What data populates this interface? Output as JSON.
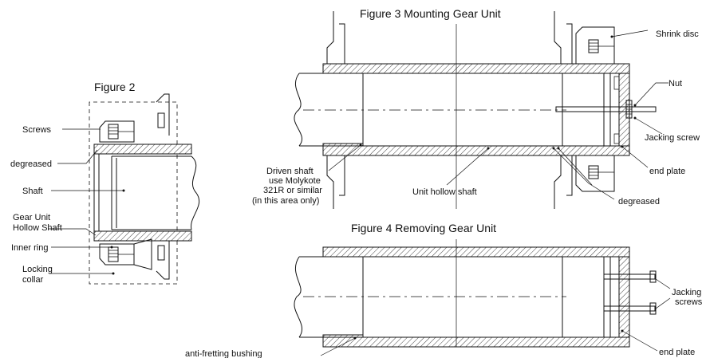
{
  "figure2": {
    "title": "Figure 2",
    "labels": {
      "screws": "Screws",
      "degreased": "degreased",
      "shaft": "Shaft",
      "gear_unit_line1": "Gear Unit",
      "gear_unit_line2": "Hollow Shaft",
      "inner_ring": "Inner ring",
      "locking_line1": "Locking",
      "locking_line2": "collar"
    }
  },
  "figure3": {
    "title": "Figure 3    Mounting Gear Unit",
    "labels": {
      "shrink_disc": "Shrink disc",
      "nut": "Nut",
      "jacking_screw": "Jacking screw",
      "end_plate": "end plate",
      "degreased": "degreased",
      "unit_hollow_shaft": "Unit hollow shaft",
      "driven_line1": "Driven shaft",
      "driven_line2": "use Molykote",
      "driven_line3": "321R or similar",
      "driven_line4": "(in this area only)"
    }
  },
  "figure4": {
    "title": "Figure 4    Removing Gear Unit",
    "labels": {
      "jacking_line1": "Jacking",
      "jacking_line2": "screws",
      "end_plate": "end plate",
      "anti_fretting": "anti-fretting bushing"
    }
  }
}
